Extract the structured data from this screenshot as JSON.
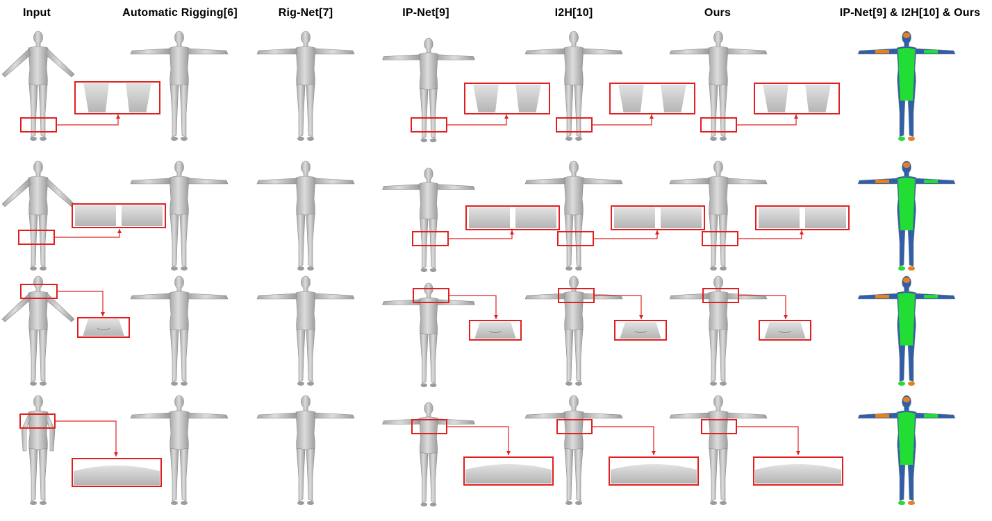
{
  "headers": [
    "Input",
    "Automatic Rigging[6]",
    "Rig-Net[7]",
    "IP-Net[9]",
    "I2H[10]",
    "Ours",
    "IP-Net[9] & I2H[10] & Ours"
  ],
  "colors": {
    "mesh_fill": "#c9c9c9",
    "mesh_shade": "#9a9a9a",
    "highlight_box": "#e02020",
    "overlay_green": "#22dd33",
    "overlay_blue": "#2f5fa8",
    "overlay_orange": "#e8801e"
  },
  "rows": 4
}
